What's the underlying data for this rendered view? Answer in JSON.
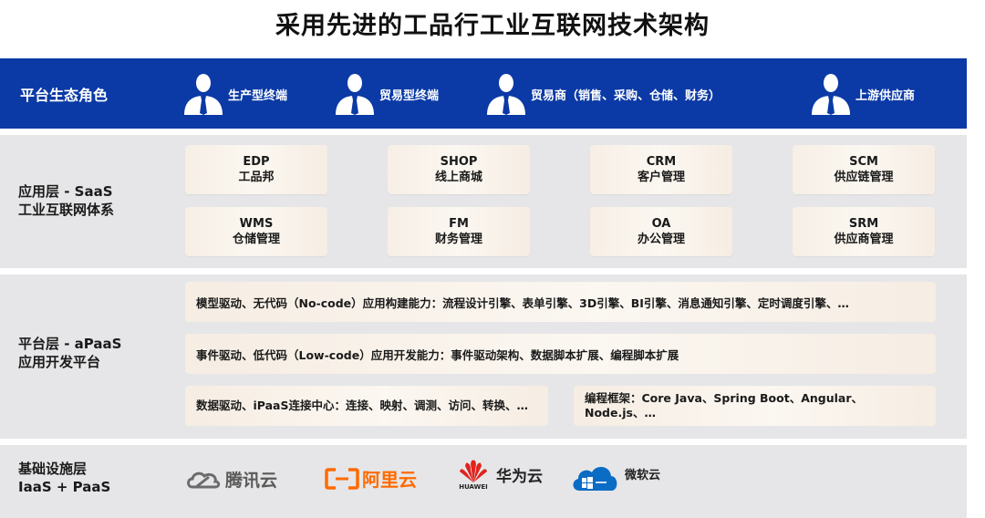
{
  "title": "采用先进的工品行工业互联网技术架构",
  "roles": {
    "label": "平台生态角色",
    "items": [
      {
        "label": "生产型终端",
        "icon": "person-icon"
      },
      {
        "label": "贸易型终端",
        "icon": "person-icon"
      },
      {
        "label": "贸易商（销售、采购、仓储、财务）",
        "icon": "person-icon"
      },
      {
        "label": "上游供应商",
        "icon": "person-icon"
      }
    ]
  },
  "saas": {
    "label_line1": "应用层 - SaaS",
    "label_line2": "工业互联网体系",
    "apps": [
      {
        "code": "EDP",
        "name": "工品邦"
      },
      {
        "code": "SHOP",
        "name": "线上商城"
      },
      {
        "code": "CRM",
        "name": "客户管理"
      },
      {
        "code": "SCM",
        "name": "供应链管理"
      },
      {
        "code": "WMS",
        "name": "仓储管理"
      },
      {
        "code": "FM",
        "name": "财务管理"
      },
      {
        "code": "OA",
        "name": "办公管理"
      },
      {
        "code": "SRM",
        "name": "供应商管理"
      }
    ]
  },
  "paas": {
    "label_line1": "平台层 - aPaaS",
    "label_line2": "应用开发平台",
    "cap_nocode": "模型驱动、无代码（No-code）应用构建能力：流程设计引擎、表单引擎、3D引擎、BI引擎、消息通知引擎、定时调度引擎、…",
    "cap_lowcode": "事件驱动、低代码（Low-code）应用开发能力：事件驱动架构、数据脚本扩展、编程脚本扩展",
    "cap_ipaas": "数据驱动、iPaaS连接中心：连接、映射、调测、访问、转换、…",
    "cap_framework": "编程框架：Core Java、Spring Boot、Angular、Node.js、…"
  },
  "iaas": {
    "label_line1": "基础设施层",
    "label_line2": "IaaS + PaaS",
    "providers": [
      {
        "name": "腾讯云",
        "icon": "tencent-cloud-icon",
        "color": "#5a5a5a"
      },
      {
        "name": "阿里云",
        "icon": "aliyun-icon",
        "color": "#ff6a00"
      },
      {
        "name": "华为云",
        "icon": "huawei-icon",
        "color": "#e0231c",
        "sub": "HUAWEI"
      },
      {
        "name": "微软云",
        "icon": "azure-icon",
        "color": "#0a6cc4"
      }
    ]
  },
  "colors": {
    "primary": "#0b3aa6",
    "layer_bg": "#e6e6e8",
    "card_bg": "#f8f1e9"
  }
}
